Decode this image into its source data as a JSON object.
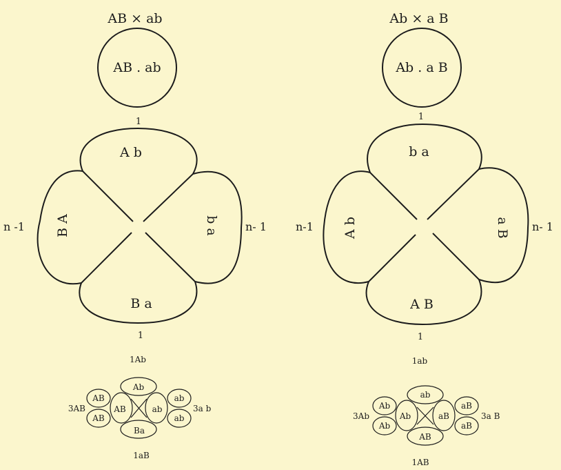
{
  "left": {
    "cross": "AB × ab",
    "circle": "AB . ab",
    "top_num": "1",
    "bottom_num": "1",
    "left_num": "n -1",
    "right_num": "n- 1",
    "petal_top": "A b",
    "petal_bottom": "B a",
    "petal_left": "B A",
    "petal_right": "b a",
    "small_top": "1Ab",
    "small_bottom": "1aB",
    "small_left": "3AB",
    "small_right": "3a b",
    "small_inner": [
      "AB",
      "AB",
      "AB",
      "Ab",
      "Ba",
      "ab",
      "ab",
      "ab"
    ]
  },
  "right": {
    "cross": "Ab × a B",
    "circle": "Ab . a B",
    "top_num": "1",
    "bottom_num": "1",
    "left_num": "n-1",
    "right_num": "n- 1",
    "petal_top": "b a",
    "petal_bottom": "A B",
    "petal_left": "A b",
    "petal_right": "a B",
    "small_top": "1ab",
    "small_bottom": "1AB",
    "small_left": "3Ab",
    "small_right": "3a B",
    "small_inner": [
      "Ab",
      "Ab",
      "Ab",
      "ab",
      "AB",
      "aB",
      "aB",
      "aB"
    ]
  }
}
